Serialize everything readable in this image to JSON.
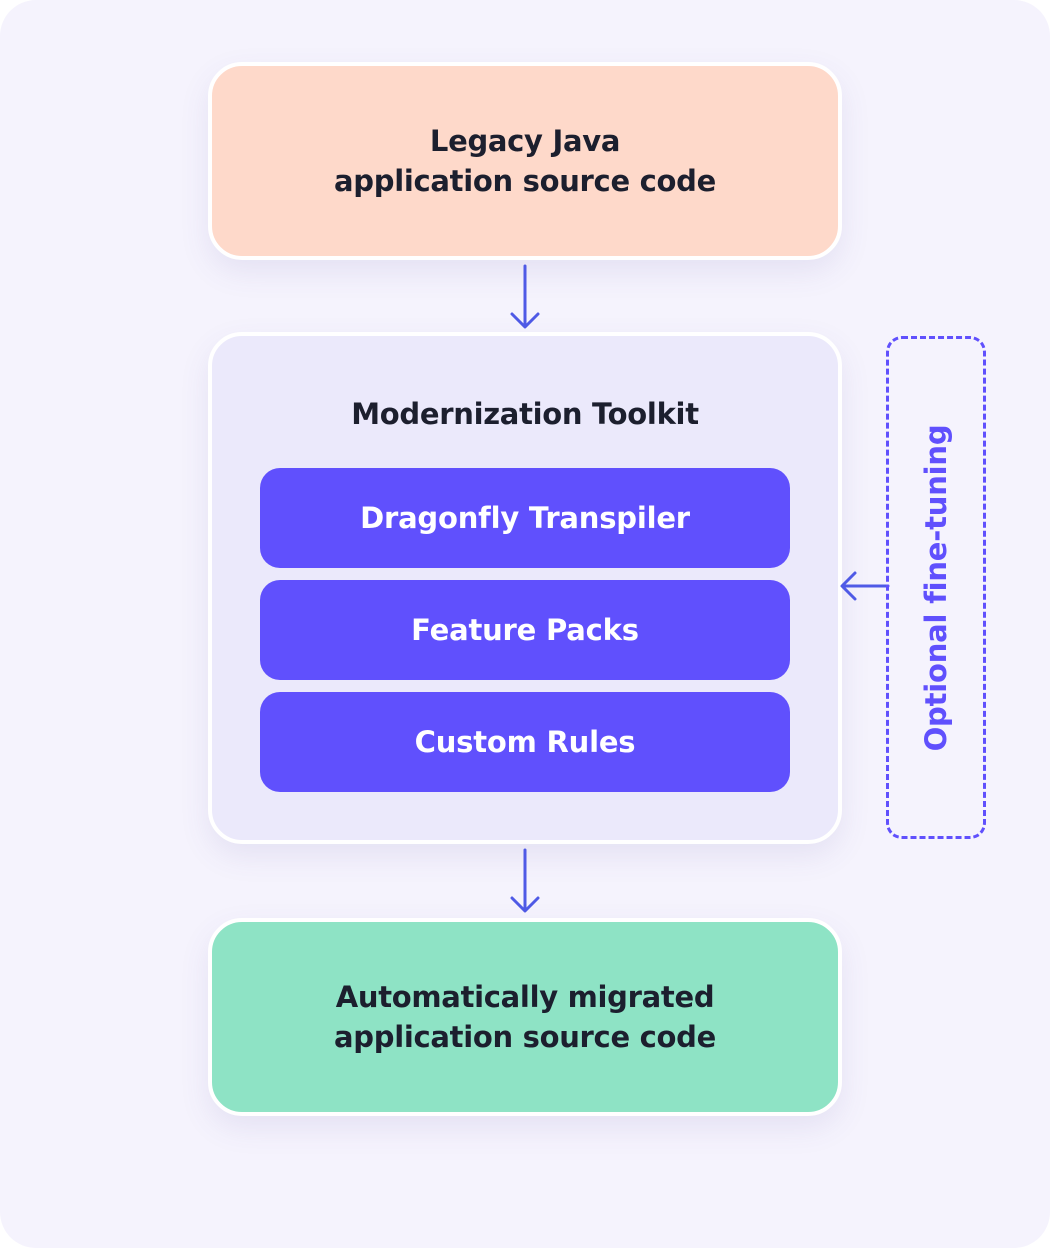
{
  "colors": {
    "canvas_bg": "#f5f3fd",
    "source_fill": "#fed9ca",
    "toolkit_fill": "#ebe9fb",
    "tool_fill": "#6050fd",
    "output_fill": "#8ee3c5",
    "arrow": "#4f5ae6",
    "dashed_border": "#6050fd",
    "dashed_text": "#6050fd"
  },
  "source": {
    "line1": "Legacy Java",
    "line2": "application source code"
  },
  "toolkit": {
    "title": "Modernization Toolkit",
    "tools": [
      {
        "label": "Dragonfly Transpiler"
      },
      {
        "label": "Feature Packs"
      },
      {
        "label": "Custom Rules"
      }
    ]
  },
  "feedback": {
    "label": "Optional fine-tuning"
  },
  "output": {
    "line1": "Automatically migrated",
    "line2": "application source code"
  }
}
